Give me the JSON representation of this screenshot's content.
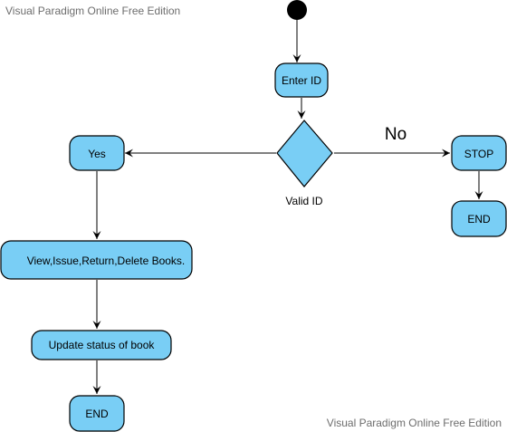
{
  "watermark": {
    "top": "Visual Paradigm Online Free Edition",
    "bottom": "Visual Paradigm Online Free Edition"
  },
  "colors": {
    "node_fill": "#79cef5",
    "stroke": "#000000"
  },
  "nodes": {
    "enter_id": "Enter ID",
    "decision": "Valid ID",
    "yes": "Yes",
    "stop": "STOP",
    "end_right": "END",
    "actions": "View,Issue,Return,Delete Books.",
    "update_status": "Update status of book",
    "end_left": "END"
  },
  "edges": {
    "no_label": "No"
  }
}
